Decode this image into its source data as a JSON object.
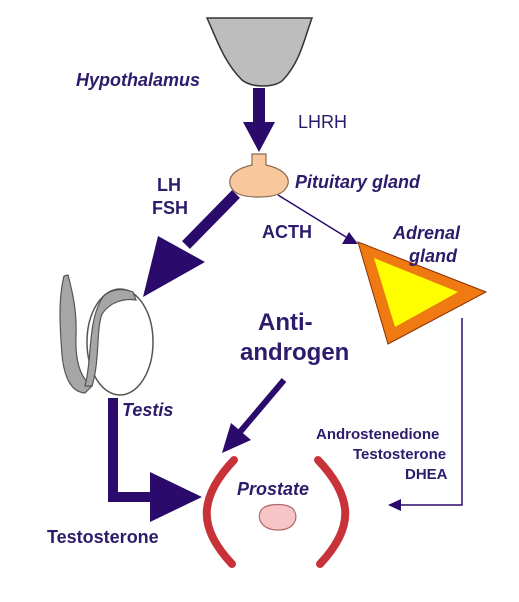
{
  "colors": {
    "arrow": "#2a0a6b",
    "text": "#2d1b6b",
    "hypothalamus_fill": "#bdbdbd",
    "pituitary_fill": "#f9c79c",
    "adrenal_outer": "#f07a12",
    "adrenal_inner": "#ffff00",
    "prostate_bracket": "#c8333a",
    "prostate_core": "#f7c5c5",
    "testis_fill": "#a6a6a6"
  },
  "labels": {
    "hypothalamus": "Hypothalamus",
    "lhrh": "LHRH",
    "lh": "LH",
    "fsh": "FSH",
    "pituitary": "Pituitary gland",
    "acth": "ACTH",
    "adrenal_1": "Adrenal",
    "adrenal_2": "gland",
    "anti_1": "Anti-",
    "anti_2": "androgen",
    "testis": "Testis",
    "androstenedione": "Androstenedione",
    "testosterone_adrenal": "Testosterone",
    "dhea": "DHEA",
    "prostate": "Prostate",
    "testosterone": "Testosterone"
  }
}
